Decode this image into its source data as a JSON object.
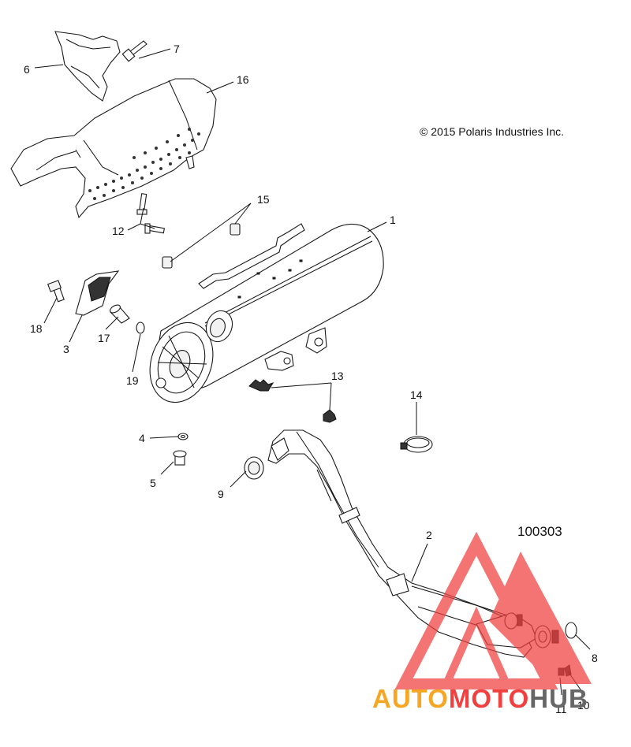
{
  "copyright": "© 2015 Polaris Industries Inc.",
  "reference_number": "100303",
  "callouts": [
    "1",
    "2",
    "3",
    "4",
    "5",
    "6",
    "7",
    "8",
    "9",
    "10",
    "11",
    "12",
    "13",
    "14",
    "15",
    "16",
    "17",
    "18",
    "19"
  ],
  "watermark": {
    "part1": "AUTO",
    "part2": "MOTO",
    "part3": "HUB",
    "color_red": "#f04040",
    "color_orange": "#f5a623",
    "color_gray": "#666666"
  }
}
